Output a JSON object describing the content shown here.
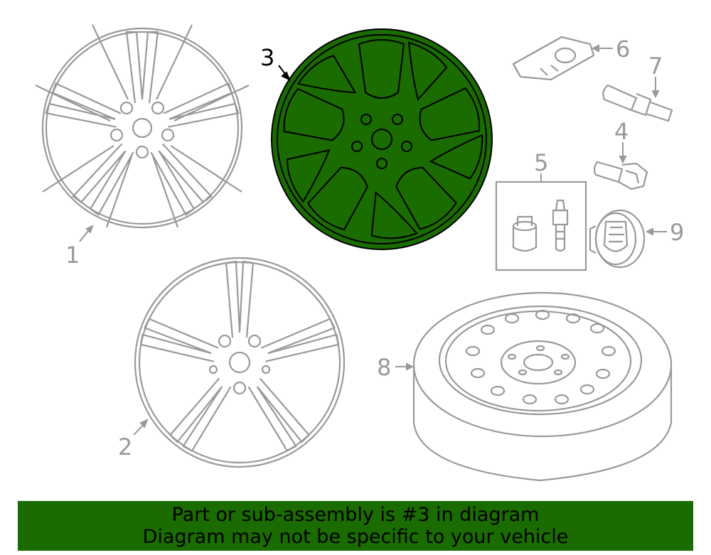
{
  "colors": {
    "highlight": "#1a6b00",
    "line_art": "#999999",
    "banner_background": "#1a6b00"
  },
  "callouts": {
    "c1": "1",
    "c2": "2",
    "c3": "3",
    "c4": "4",
    "c5": "5",
    "c6": "6",
    "c7": "7",
    "c8": "8",
    "c9": "9"
  },
  "banner": {
    "line1": "Part or sub-assembly is #3 in diagram",
    "line2": "Diagram may not be specific to your vehicle"
  }
}
